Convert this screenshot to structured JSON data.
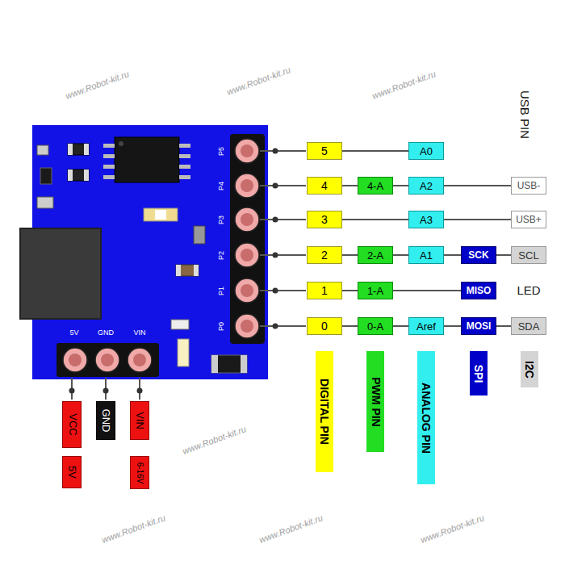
{
  "diagram": {
    "nodes": [
      {
        "text": [
          "5"
        ]
      },
      {
        "text": [
          "A0"
        ]
      },
      {
        "text": [
          "4"
        ]
      },
      {
        "text": [
          "4-A"
        ]
      },
      {
        "text": [
          "A2"
        ]
      },
      {
        "text": [
          "USB-"
        ]
      },
      {
        "text": [
          "3"
        ]
      },
      {
        "text": [
          "A3"
        ]
      },
      {
        "text": [
          "USB+"
        ]
      },
      {
        "text": [
          "2"
        ]
      },
      {
        "text": [
          "2-A"
        ]
      },
      {
        "text": [
          "A1"
        ]
      },
      {
        "text": [
          "SCK"
        ]
      },
      {
        "text": [
          "SCL"
        ]
      },
      {
        "text": [
          "1"
        ]
      },
      {
        "text": [
          "1-A"
        ]
      },
      {
        "text": [
          "MISO"
        ]
      },
      {
        "text": [
          "0"
        ]
      },
      {
        "text": [
          "0-A"
        ]
      },
      {
        "text": [
          "Aref"
        ]
      },
      {
        "text": [
          "MOSI"
        ]
      },
      {
        "text": [
          "SDA"
        ]
      },
      {
        "text": [
          "VCC"
        ]
      },
      {
        "text": [
          "5V"
        ]
      },
      {
        "text": [
          "GND"
        ]
      },
      {
        "text": [
          "VIN"
        ]
      },
      {
        "text": [
          "6-16V"
        ]
      }
    ],
    "edges": [
      {
        "from": 0,
        "to": 1,
        "arrow": "none"
      },
      {
        "from": 2,
        "to": 3,
        "arrow": "none"
      },
      {
        "from": 3,
        "to": 4,
        "arrow": "none"
      },
      {
        "from": 4,
        "to": 5,
        "arrow": "none"
      },
      {
        "from": 6,
        "to": 7,
        "arrow": "none"
      },
      {
        "from": 7,
        "to": 8,
        "arrow": "none"
      },
      {
        "from": 9,
        "to": 10,
        "arrow": "none"
      },
      {
        "from": 10,
        "to": 11,
        "arrow": "none"
      },
      {
        "from": 11,
        "to": 12,
        "arrow": "none"
      },
      {
        "from": 12,
        "to": 13,
        "arrow": "none"
      },
      {
        "from": 14,
        "to": 15,
        "arrow": "none"
      },
      {
        "from": 15,
        "to": 16,
        "arrow": "none"
      },
      {
        "from": 17,
        "to": 18,
        "arrow": "none"
      },
      {
        "from": 18,
        "to": 19,
        "arrow": "none"
      },
      {
        "from": 19,
        "to": 20,
        "arrow": "none"
      },
      {
        "from": 20,
        "to": 21,
        "arrow": "none"
      }
    ],
    "labels": [
      "USB PIN",
      "LED",
      "P5",
      "P4",
      "P3",
      "P2",
      "P1",
      "P0",
      "5V",
      "GND",
      "VIN",
      "www.Robot-kit.ru",
      "www.Robot-kit.ru",
      "www.Robot-kit.ru",
      "www.Robot-kit.ru",
      "www.Robot-kit.ru",
      "www.Robot-kit.ru",
      "www.Robot-kit.ru"
    ],
    "legend": [
      {
        "text": "DIGITAL PIN",
        "color": "#ffff00"
      },
      {
        "text": "PWM PIN",
        "color": "#22dd22"
      },
      {
        "text": "ANALOG PIN",
        "color": "#33eeee"
      },
      {
        "text": "SPI",
        "color": "#0000c8"
      },
      {
        "text": "I2C",
        "color": "#d4d4d4"
      }
    ]
  }
}
